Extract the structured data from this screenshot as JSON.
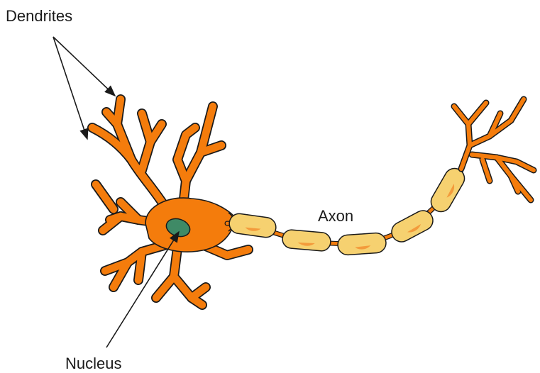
{
  "labels": {
    "dendrites": "Dendrites",
    "axon": "Axon",
    "nucleus": "Nucleus"
  },
  "colors": {
    "neuron_body": "#f47c0c",
    "outline": "#1a1a1a",
    "nucleus": "#3f8a66",
    "myelin": "#f6d170",
    "myelin_inner": "#f39b3c",
    "node": "#f47c0c",
    "background": "#ffffff"
  },
  "icons": {
    "pointer": "arrow"
  }
}
